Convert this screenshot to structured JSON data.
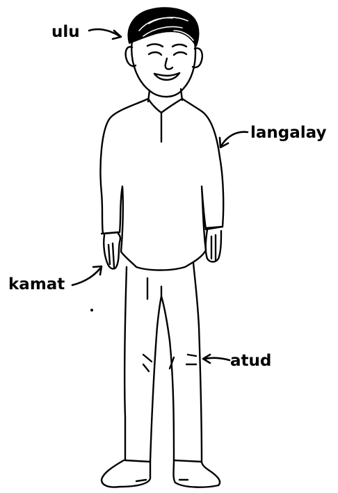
{
  "labels": {
    "head": "ulu",
    "arm": "langalay",
    "hand": "kamat",
    "knee": "atud"
  },
  "colors": {
    "ink": "#000000",
    "background": "#ffffff"
  }
}
